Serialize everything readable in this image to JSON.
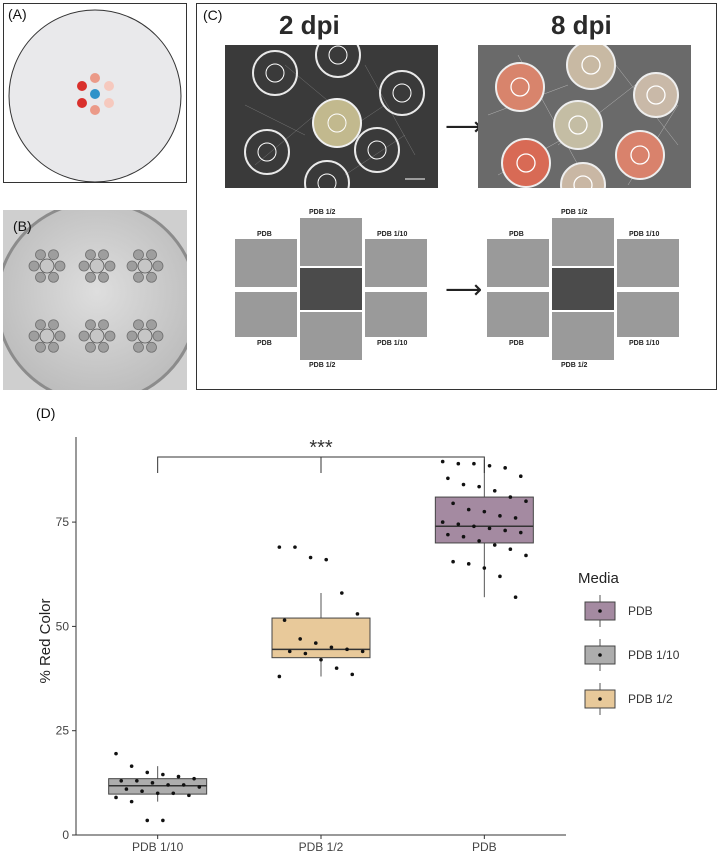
{
  "panels": {
    "a_label": "(A)",
    "b_label": "(B)",
    "c_label": "(C)",
    "d_label": "(D)"
  },
  "panel_c": {
    "day_early": "2 dpi",
    "day_late": "8 dpi",
    "media_labels": {
      "top": "PDB 1/2",
      "left_top": "PDB",
      "right_top": "PDB 1/10",
      "left_bottom": "PDB",
      "right_bottom": "PDB 1/10",
      "bottom": "PDB 1/2"
    }
  },
  "colors": {
    "pdb": "#a48aa1",
    "pdb_1_10": "#adadad",
    "pdb_1_2": "#e8c99a",
    "dot_red": "#d9302c",
    "dot_salmon": "#eb9a88",
    "dot_pale": "#f6c9be",
    "dot_blue": "#2f93c9"
  },
  "chart_data": {
    "type": "box",
    "ylabel": "% Red Color",
    "xlabel": "",
    "categories": [
      "PDB 1/10",
      "PDB 1/2",
      "PDB"
    ],
    "ylim": [
      0,
      93
    ],
    "yticks": [
      0,
      25,
      50,
      75
    ],
    "significance": "***",
    "legend": {
      "title": "Media",
      "position": "right",
      "entries": [
        "PDB",
        "PDB 1/10",
        "PDB 1/2"
      ]
    },
    "boxes": [
      {
        "name": "PDB 1/10",
        "min": 8,
        "q1": 9.8,
        "median": 11.8,
        "q3": 13.5,
        "max": 16.5
      },
      {
        "name": "PDB 1/2",
        "min": 38,
        "q1": 42.5,
        "median": 44.5,
        "q3": 52,
        "max": 58
      },
      {
        "name": "PDB",
        "min": 57,
        "q1": 70,
        "median": 74,
        "q3": 81,
        "max": 90
      }
    ],
    "points": [
      [
        19.5,
        16.5,
        15.0,
        14.5,
        14.0,
        13.5,
        13.0,
        13.0,
        12.5,
        12.0,
        12.0,
        11.5,
        11.0,
        10.5,
        10.0,
        10.0,
        9.5,
        9.0,
        8.0,
        3.5,
        3.5
      ],
      [
        69.0,
        69.0,
        66.5,
        66.0,
        58.0,
        53.0,
        51.5,
        47.0,
        46.0,
        45.0,
        44.5,
        44.0,
        44.0,
        43.5,
        42.0,
        40.0,
        38.5,
        38.0
      ],
      [
        89.5,
        89.0,
        89.0,
        88.5,
        88.0,
        86.0,
        85.5,
        84.0,
        83.5,
        82.5,
        81.0,
        80.0,
        79.5,
        78.0,
        77.5,
        76.5,
        76.0,
        75.0,
        74.5,
        74.0,
        73.5,
        73.0,
        72.5,
        72.0,
        71.5,
        70.5,
        69.5,
        68.5,
        67.0,
        65.5,
        65.0,
        64.0,
        62.0,
        57.0
      ]
    ]
  }
}
